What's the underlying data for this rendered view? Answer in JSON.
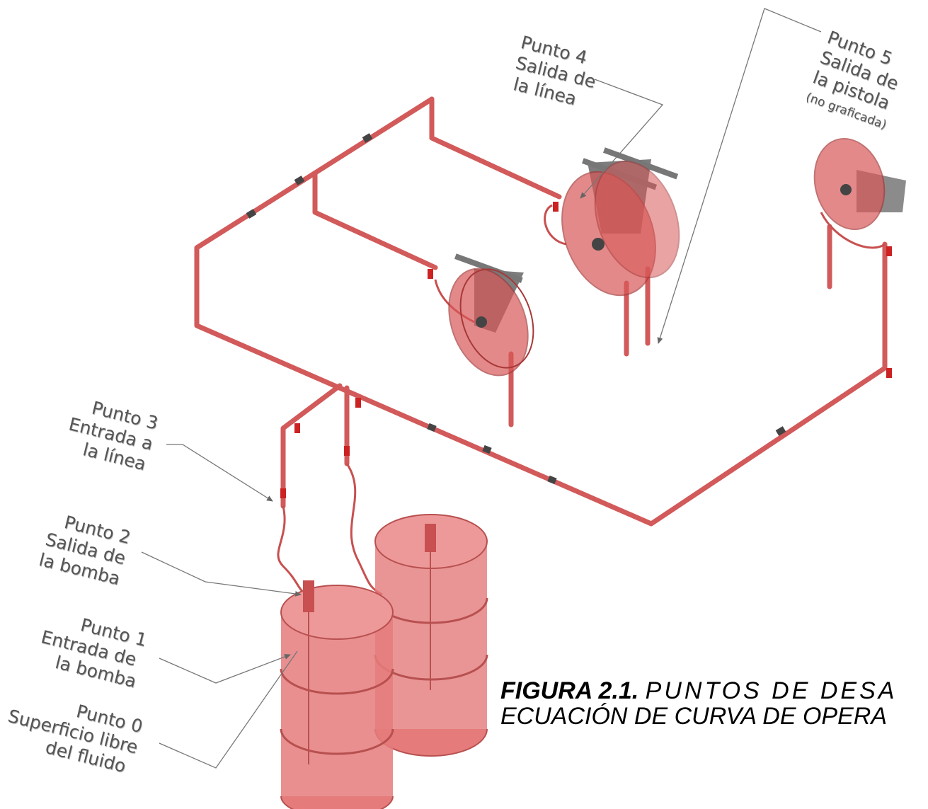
{
  "labels": {
    "p4": {
      "line1": "Punto 4",
      "line2": "Salida de",
      "line3": "la línea"
    },
    "p5": {
      "line1": "Punto 5",
      "line2": "Salida de",
      "line3": "la pistola",
      "line4": "(no graficada)"
    },
    "p3": {
      "line1": "Punto 3",
      "line2": "Entrada a",
      "line3": "la línea"
    },
    "p2": {
      "line1": "Punto 2",
      "line2": "Salida de",
      "line3": "la bomba"
    },
    "p1": {
      "line1": "Punto 1",
      "line2": "Entrada de",
      "line3": "la bomba"
    },
    "p0": {
      "line1": "Punto 0",
      "line2": "Superficio libre",
      "line3": "del fluido"
    }
  },
  "caption": {
    "number": "FIGURA 2.1.",
    "line1": "PUNTOS DE DESA",
    "line2": "ECUACIÓN DE CURVA DE OPERA"
  },
  "colors": {
    "pipe": "#e06060",
    "pipe_dark": "#b84848",
    "fill": "#f0a0a0",
    "fill_dark": "#d05050",
    "bracket": "#555555",
    "leader": "#666666",
    "label_text": "#555555"
  }
}
